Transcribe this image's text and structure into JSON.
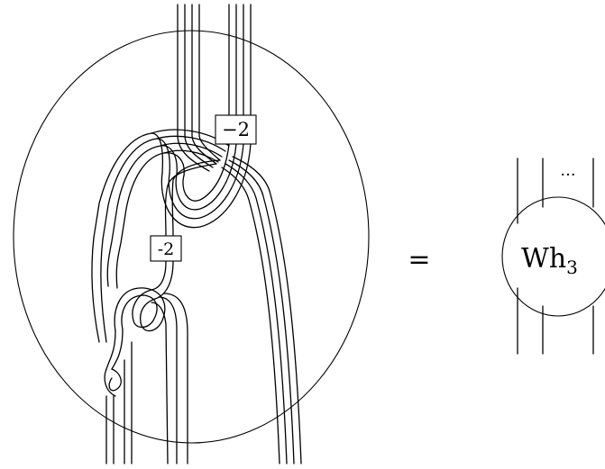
{
  "diagram": {
    "twist_box_top": "−2",
    "twist_box_left": "-2",
    "equals_sign": "=",
    "dots": "···",
    "node_label_main": "Wh",
    "node_label_sub": "3"
  }
}
